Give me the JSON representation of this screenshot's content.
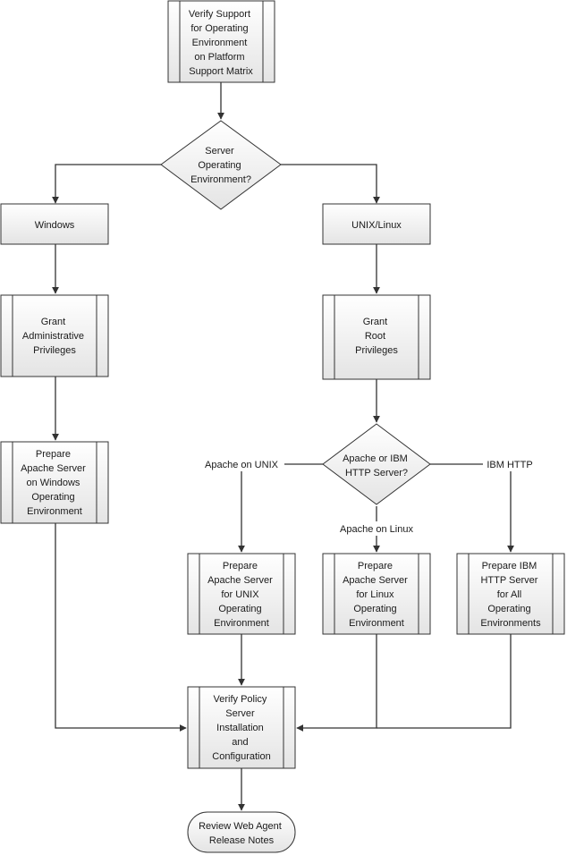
{
  "nodes": {
    "verify_support": {
      "lines": [
        "Verify Support",
        "for Operating",
        "Environment",
        "on Platform",
        "Support Matrix"
      ]
    },
    "decision_os": {
      "lines": [
        "Server",
        "Operating",
        "Environment?"
      ]
    },
    "windows": {
      "lines": [
        "Windows"
      ]
    },
    "unix_linux": {
      "lines": [
        "UNIX/Linux"
      ]
    },
    "grant_admin": {
      "lines": [
        "Grant",
        "Administrative",
        "Privileges"
      ]
    },
    "grant_root": {
      "lines": [
        "Grant",
        "Root",
        "Privileges"
      ]
    },
    "prepare_apache_windows": {
      "lines": [
        "Prepare",
        "Apache Server",
        "on Windows",
        "Operating",
        "Environment"
      ]
    },
    "decision_server": {
      "lines": [
        "Apache or IBM",
        "HTTP Server?"
      ]
    },
    "prepare_apache_unix": {
      "lines": [
        "Prepare",
        "Apache Server",
        "for UNIX",
        "Operating",
        "Environment"
      ]
    },
    "prepare_apache_linux": {
      "lines": [
        "Prepare",
        "Apache Server",
        "for Linux",
        "Operating",
        "Environment"
      ]
    },
    "prepare_ibm": {
      "lines": [
        "Prepare IBM",
        "HTTP Server",
        "for All",
        "Operating",
        "Environments"
      ]
    },
    "verify_policy": {
      "lines": [
        "Verify Policy",
        "Server",
        "Installation",
        "and",
        "Configuration"
      ]
    },
    "review_notes": {
      "lines": [
        "Review Web Agent",
        "Release Notes"
      ]
    }
  },
  "edge_labels": {
    "apache_unix": "Apache on UNIX",
    "apache_linux": "Apache on Linux",
    "ibm_http": "IBM HTTP"
  }
}
